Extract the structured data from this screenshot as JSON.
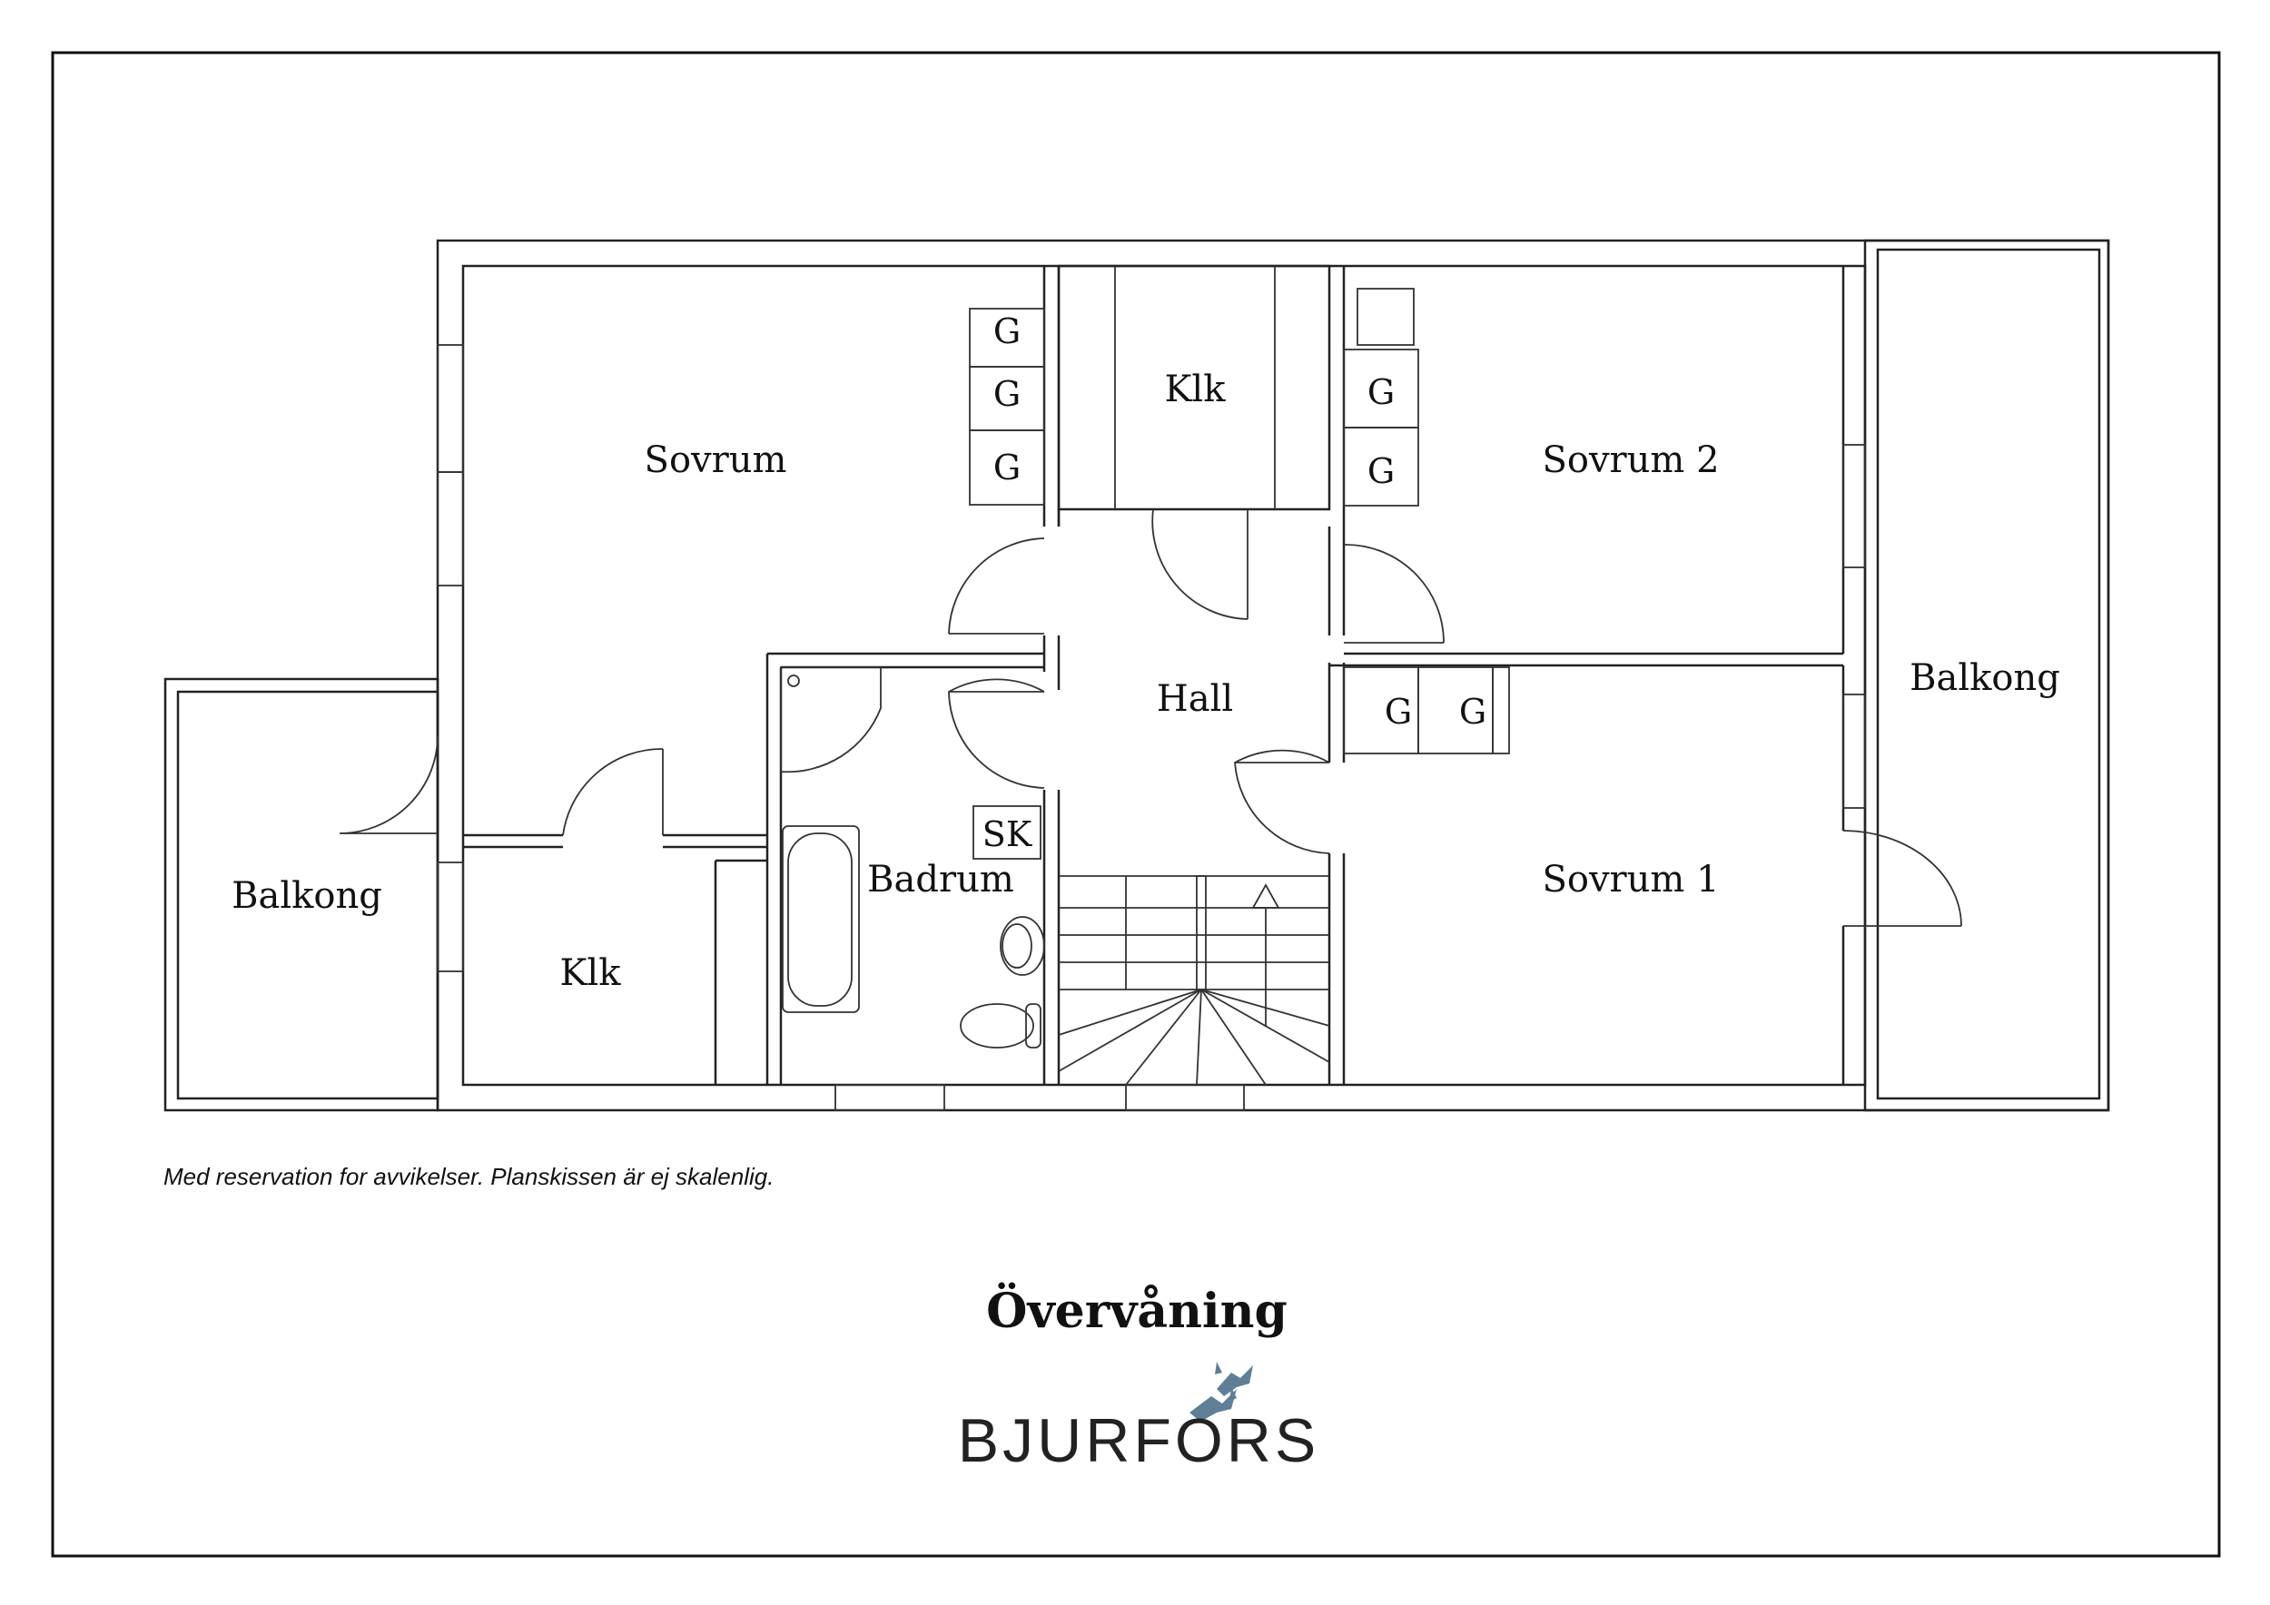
{
  "rooms": {
    "sovrum": "Sovrum",
    "klk_top": "Klk",
    "sovrum2": "Sovrum 2",
    "balkong_right": "Balkong",
    "hall": "Hall",
    "badrum": "Badrum",
    "sovrum1": "Sovrum 1",
    "balkong_left": "Balkong",
    "klk_bottom": "Klk"
  },
  "fixtures": {
    "wardrobe": "G",
    "sink_cabinet": "SK"
  },
  "disclaimer": "Med reservation for avvikelser. Planskissen är ej skalenlig.",
  "floor_title": "Övervåning",
  "brand": {
    "name": "BJURFORS",
    "logo": "birds-logo-icon",
    "logo_color": "#5f7f96"
  }
}
